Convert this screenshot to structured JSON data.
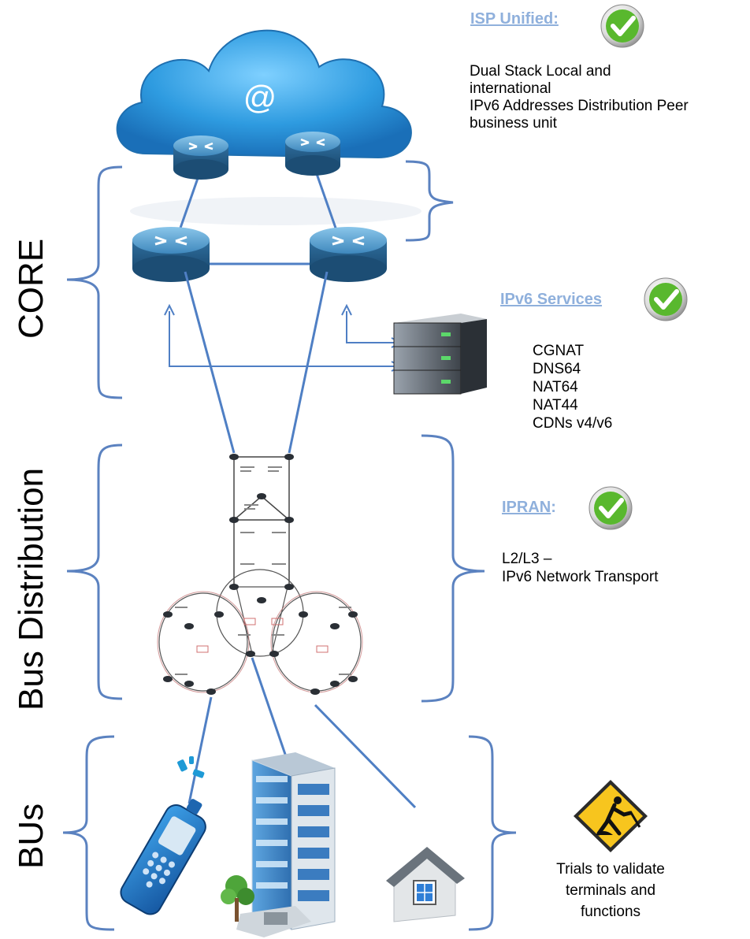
{
  "sections": {
    "core": "CORE",
    "bus": "Bus Distribution",
    "bus_units": "BUs"
  },
  "isp": {
    "title": "ISP Unified:",
    "lines": [
      "Dual Stack Local and",
      "international",
      "IPv6 Addresses Distribution Peer",
      "business unit"
    ]
  },
  "services": {
    "title": "IPv6 Services",
    "lines": [
      "CGNAT",
      "DNS64",
      "NAT64",
      "NAT44",
      "CDNs v4/v6"
    ]
  },
  "ipran": {
    "title": "IPRAN",
    "colon": ":",
    "lines": [
      "L2/L3 –",
      "IPv6 Network Transport"
    ]
  },
  "trials": {
    "lines": [
      "Trials to validate",
      "terminals and",
      "functions"
    ]
  },
  "cloud_symbol": "@",
  "colors": {
    "bracket": "#5b82c0",
    "link": "#4f7fc4",
    "heading": "#8fb0dc",
    "cloud": "#2e9be0",
    "check": "#59b82e"
  },
  "icons": [
    "cloud-icon",
    "router-icon",
    "server-icon",
    "mobile-phone-icon",
    "office-building-icon",
    "house-icon",
    "construction-sign-icon",
    "check-icon"
  ]
}
